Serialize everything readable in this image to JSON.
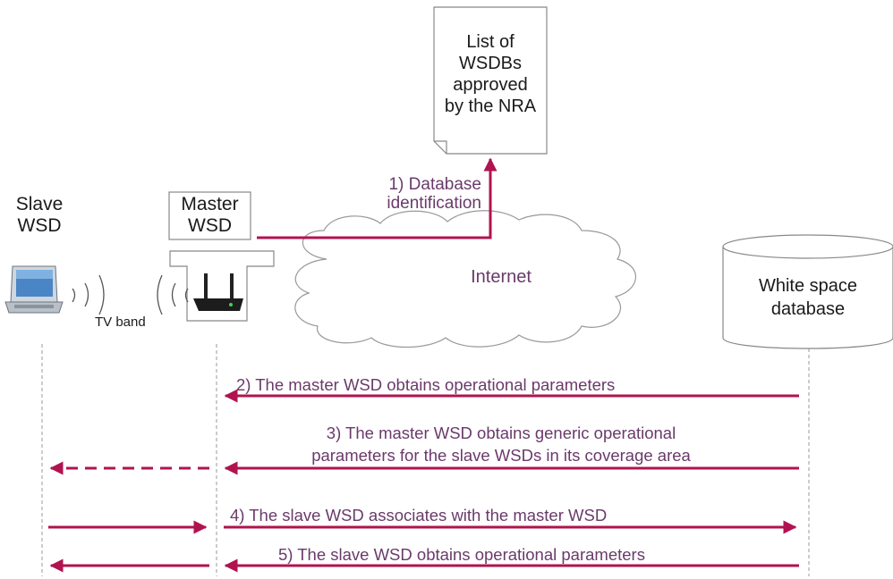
{
  "nodes": {
    "slave_wsd": "Slave\nWSD",
    "master_wsd": "Master\nWSD",
    "wsdb_list": "List of\nWSDBs\napproved\nby the NRA",
    "internet": "Internet",
    "white_space_db": "White space\ndatabase",
    "tv_band": "TV band"
  },
  "step1": "1) Database\nidentification",
  "messages": [
    "2) The master WSD obtains operational parameters",
    "3)  The master WSD obtains generic operational\nparameters for the slave WSDs in its coverage area",
    "4) The slave WSD associates with the master WSD",
    "5) The slave WSD obtains operational parameters"
  ],
  "colors": {
    "arrow": "#b0134f",
    "label_text": "#6a3a6a",
    "outline": "#888888"
  },
  "icons": [
    "laptop-icon",
    "router-icon"
  ]
}
